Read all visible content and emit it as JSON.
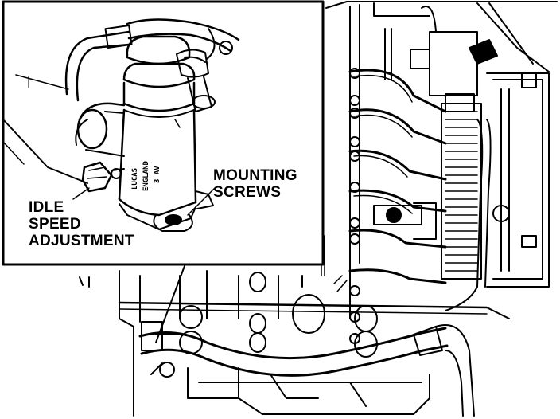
{
  "callouts": {
    "mounting_screws": [
      "MOUNTING",
      "SCREWS"
    ],
    "idle_speed_adjustment": [
      "IDLE",
      "SPEED",
      "ADJUSTMENT"
    ]
  },
  "part_stamp": [
    "LUCAS",
    "ENGLAND",
    "3 AV"
  ],
  "colors": {
    "ink": "#000000",
    "paper": "#ffffff"
  }
}
